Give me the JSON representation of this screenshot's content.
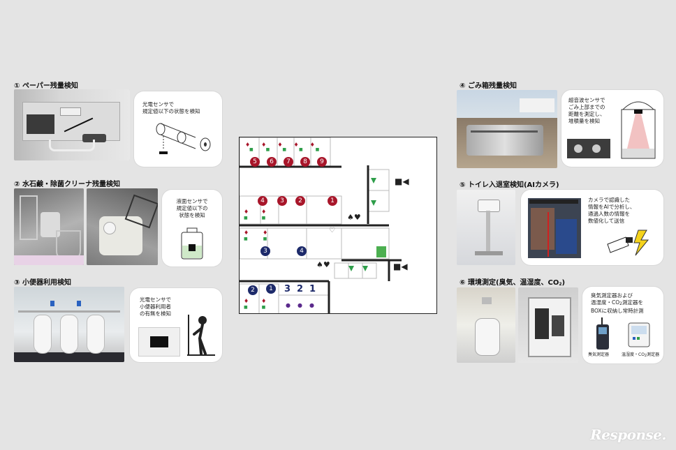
{
  "sections": [
    {
      "title": "① ペーパー残量検知",
      "bubble": [
        "光電センサで",
        "規定値以下の状態を検知"
      ]
    },
    {
      "title": "② 水石鹸・除菌クリーナ残量検知",
      "bubble": [
        "液面センサで",
        "規定値以下の",
        "状態を検知"
      ]
    },
    {
      "title": "③ 小便器利用検知",
      "bubble": [
        "光電センサで",
        "小便器利用者",
        "の有無を検知"
      ]
    },
    {
      "title": "④ ごみ箱残量検知",
      "bubble": [
        "超音波センサで",
        "ごみ上部までの",
        "距離を測定し、",
        "堆積量を検知"
      ]
    },
    {
      "title": "⑤ トイレ入退室検知(AIカメラ)",
      "bubble": [
        "カメラで認識した",
        "情報をAIで分析し、",
        "通過人数の情報を",
        "数値化して送信"
      ]
    },
    {
      "title_pre": "⑥ 環境測定(臭気、温湿度、CO",
      "title_sub": "2",
      "title_post": ")",
      "bubble_lines": [
        {
          "pre": "臭気測定器および",
          "sub": "",
          "post": ""
        },
        {
          "pre": "温湿度・CO",
          "sub": "2",
          "post": "測定器を"
        },
        {
          "pre": "BOXに収納し常時計測",
          "sub": "",
          "post": ""
        }
      ],
      "caption_left": "臭気測定器",
      "caption_right_pre": "温湿度・CO",
      "caption_right_sub": "2",
      "caption_right_post": "測定器"
    }
  ],
  "floorplan": {
    "top_row_numbers": [
      "5",
      "6",
      "7",
      "8",
      "9"
    ],
    "mid_row_numbers": [
      "4",
      "3",
      "2",
      "1"
    ],
    "left_lower_numbers": [
      "3",
      "4"
    ],
    "bottom_numbers_dark": [
      "2",
      "1"
    ],
    "bottom_numbers_text": [
      "3",
      "2",
      "1"
    ],
    "colors": {
      "red": "#a8162a",
      "navy": "#1d2a6a",
      "green": "#2e9e4a",
      "purple": "#5b2a8c"
    }
  },
  "logo": "Response."
}
